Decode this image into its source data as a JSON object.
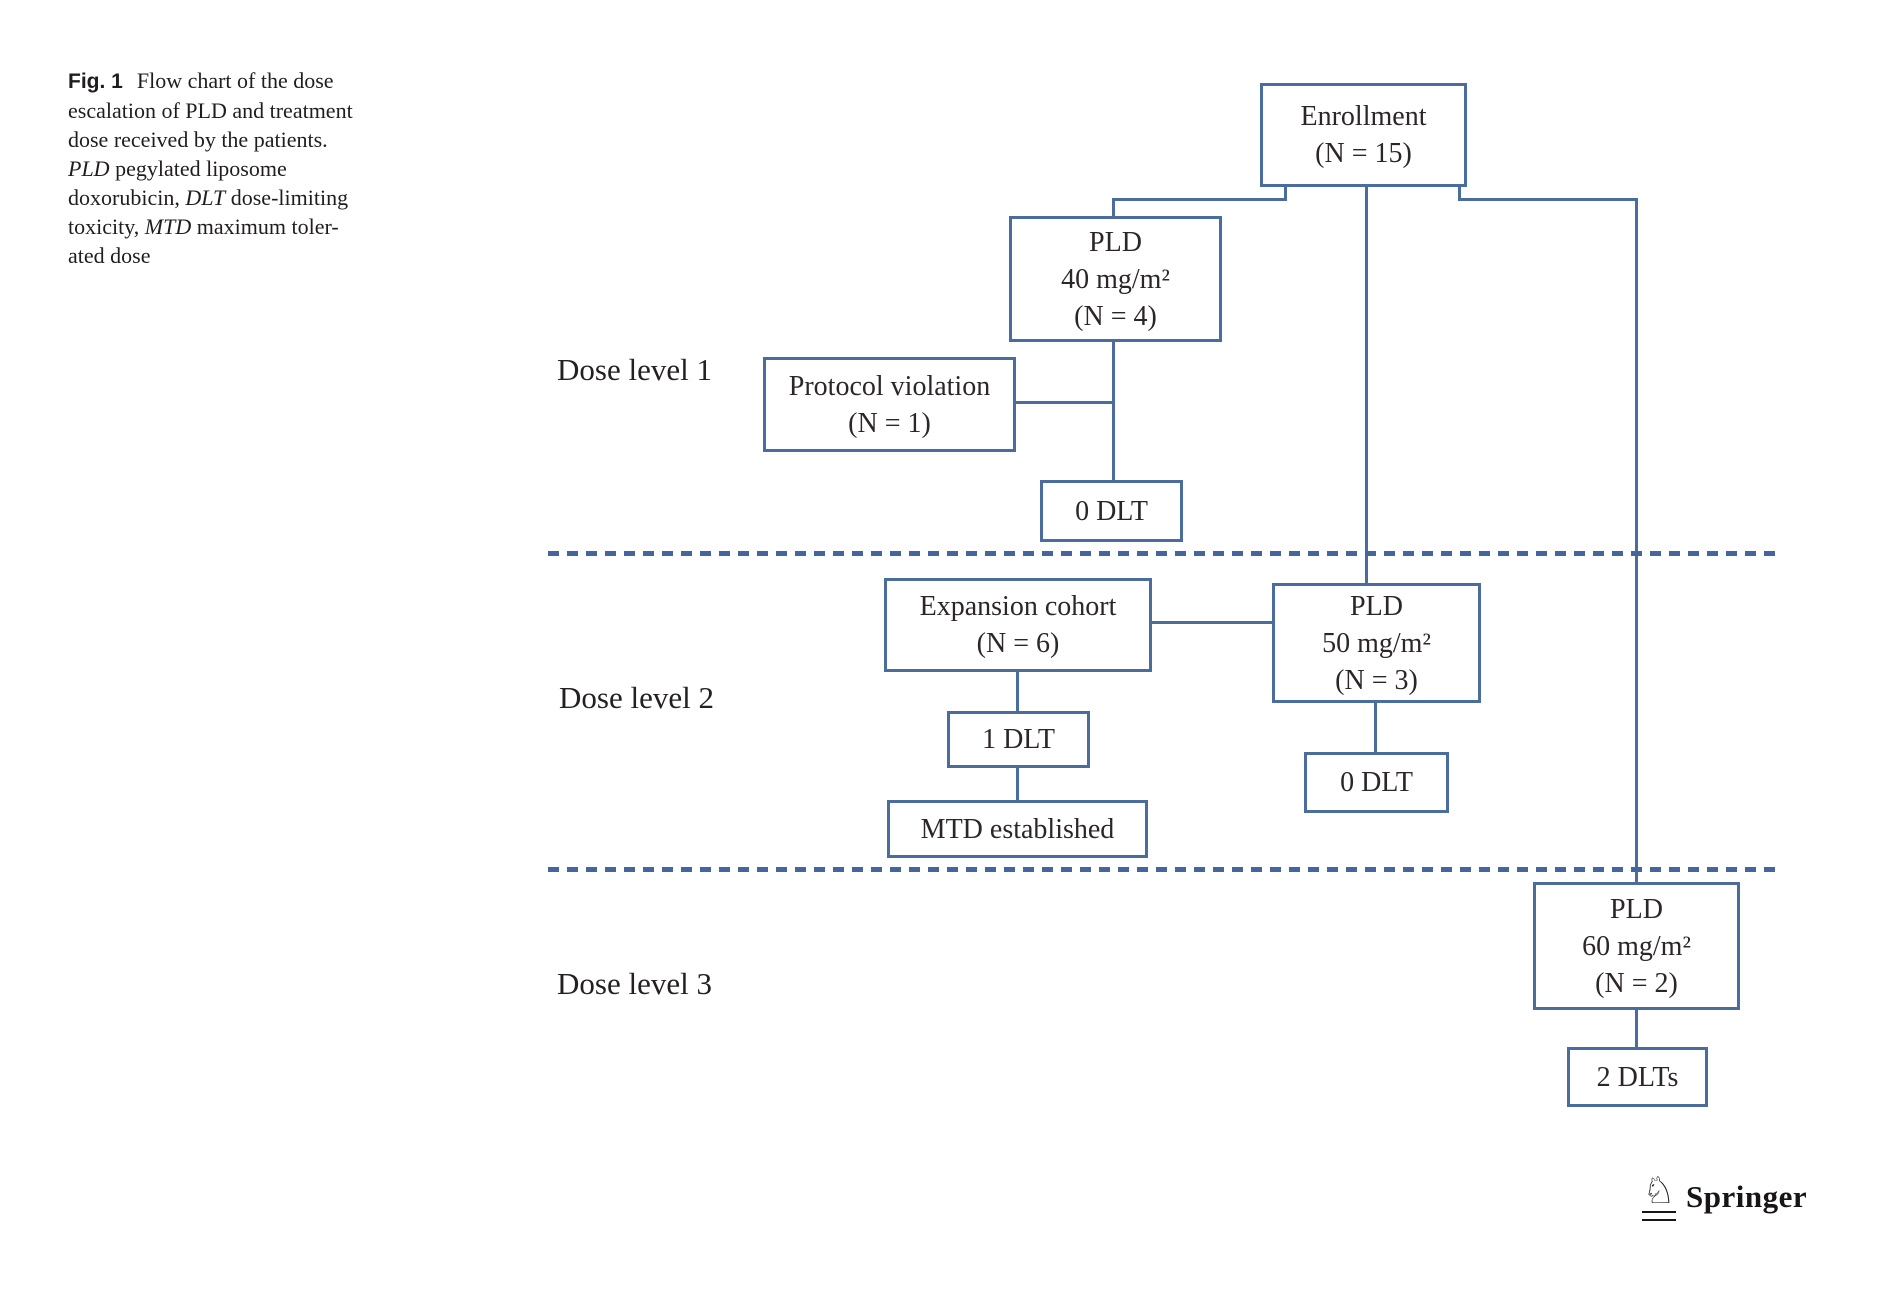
{
  "caption": {
    "label": "Fig. 1",
    "line1_rest": "Flow chart of the dose",
    "line2": "escalation of PLD and treatment",
    "line3": "dose received by the patients.",
    "line4_italic": "PLD",
    "line4_rest": " pegylated liposome",
    "line5_pre": "doxorubicin, ",
    "line5_italic": "DLT",
    "line5_rest": " dose-limiting",
    "line6_pre": "toxicity, ",
    "line6_italic": "MTD",
    "line6_rest": " maximum toler-",
    "line7": "ated dose"
  },
  "flowchart": {
    "boxes": {
      "enrollment": {
        "line1": "Enrollment",
        "line2": "(N = 15)"
      },
      "pld40": {
        "line1": "PLD",
        "line2": "40 mg/m²",
        "line3": "(N = 4)"
      },
      "protocol_violation": {
        "line1": "Protocol violation",
        "line2": "(N = 1)"
      },
      "dlt0_level1": {
        "line1": "0 DLT"
      },
      "expansion_cohort": {
        "line1": "Expansion cohort",
        "line2": "(N = 6)"
      },
      "pld50": {
        "line1": "PLD",
        "line2": "50 mg/m²",
        "line3": "(N = 3)"
      },
      "dlt1_level2": {
        "line1": "1 DLT"
      },
      "dlt0_level2": {
        "line1": "0 DLT"
      },
      "mtd_established": {
        "line1": "MTD established"
      },
      "pld60": {
        "line1": "PLD",
        "line2": "60 mg/m²",
        "line3": "(N = 2)"
      },
      "dlts2_level3": {
        "line1": "2 DLTs"
      }
    },
    "dose_level_labels": {
      "level1": "Dose level 1",
      "level2": "Dose level 2",
      "level3": "Dose level 3"
    },
    "colors": {
      "box_border": "#4a6d9e",
      "connector": "#4a6d9e",
      "dashed_divider": "#44659e",
      "text": "#2d2628"
    }
  },
  "footer": {
    "publisher": "Springer",
    "logo_icon": "springer-knight-icon"
  }
}
